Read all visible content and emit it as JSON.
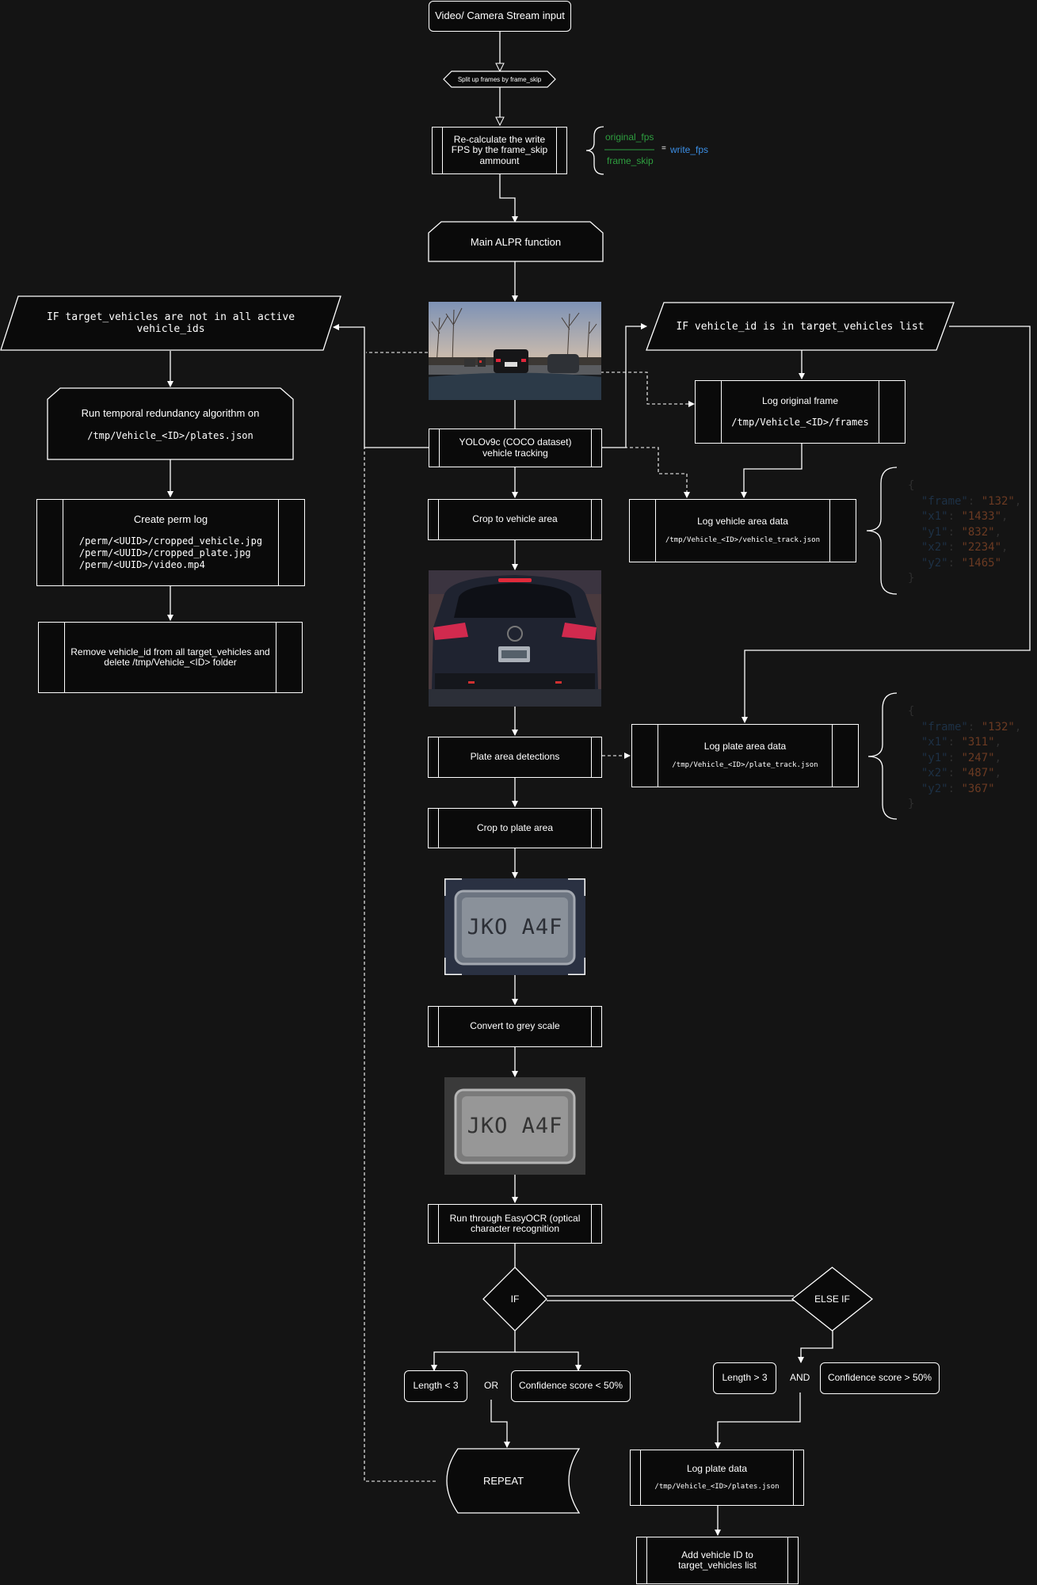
{
  "nodes": {
    "video_input": "Video/ Camera Stream input",
    "split_frames": "Split up frames by frame_skip",
    "recalc_fps": "Re-calculate the write FPS by the frame_skip ammount",
    "fps_formula": {
      "numerator": "original_fps",
      "denominator": "frame_skip",
      "equals": "=",
      "result": "write_fps"
    },
    "main_alpr": "Main ALPR function",
    "yolo_tracking": "YOLOv9c (COCO dataset) vehicle tracking",
    "crop_vehicle": "Crop to vehicle area",
    "plate_detect": "Plate area detections",
    "crop_plate": "Crop to plate area",
    "grey_scale": "Convert to grey scale",
    "easyocr": "Run through EasyOCR (optical character recognition",
    "if_label": "IF",
    "else_if_label": "ELSE IF",
    "length_lt": "Length < 3",
    "or_label": "OR",
    "conf_lt": "Confidence score < 50%",
    "length_gt": "Length > 3",
    "and_label": "AND",
    "conf_gt": "Confidence score > 50%",
    "repeat": "REPEAT",
    "log_plate_data": {
      "title": "Log plate data",
      "path": "/tmp/Vehicle_<ID>/plates.json"
    },
    "add_vehicle_id": "Add vehicle ID to target_vehicles list",
    "if_vehicle_in_target": "IF vehicle_id is in target_vehicles list",
    "log_original_frame": {
      "title": "Log original frame",
      "path": "/tmp/Vehicle_<ID>/frames"
    },
    "log_vehicle_area": {
      "title": "Log vehicle area data",
      "path": "/tmp/Vehicle_<ID>/vehicle_track.json"
    },
    "log_plate_area": {
      "title": "Log plate area data",
      "path": "/tmp/Vehicle_<ID>/plate_track.json"
    },
    "if_not_active": "IF target_vehicles are not in all active vehicle_ids",
    "temporal": {
      "title": "Run temporal redundancy algorithm on",
      "path": "/tmp/Vehicle_<ID>/plates.json"
    },
    "perm_log": {
      "title": "Create perm log",
      "paths": [
        "/perm/<UUID>/cropped_vehicle.jpg",
        "/perm/<UUID>/cropped_plate.jpg",
        "/perm/<UUID>/video.mp4"
      ]
    },
    "remove_vehicle": "Remove vehicle_id from all target_vehicles and delete /tmp/Vehicle_<ID> folder"
  },
  "json_vehicle": [
    {
      "key": "frame",
      "value": "132"
    },
    {
      "key": "x1",
      "value": "1433"
    },
    {
      "key": "y1",
      "value": "832"
    },
    {
      "key": "x2",
      "value": "2234"
    },
    {
      "key": "y2",
      "value": "1465"
    }
  ],
  "json_plate": [
    {
      "key": "frame",
      "value": "132"
    },
    {
      "key": "x1",
      "value": "311"
    },
    {
      "key": "y1",
      "value": "247"
    },
    {
      "key": "x2",
      "value": "487"
    },
    {
      "key": "y2",
      "value": "367"
    }
  ],
  "images": {
    "plate_text": "JKO A4F"
  },
  "colors": {
    "background": "#141414",
    "line": "#ffffff",
    "fps_green": "#2e9e3f",
    "fps_blue": "#3b8fe6"
  }
}
